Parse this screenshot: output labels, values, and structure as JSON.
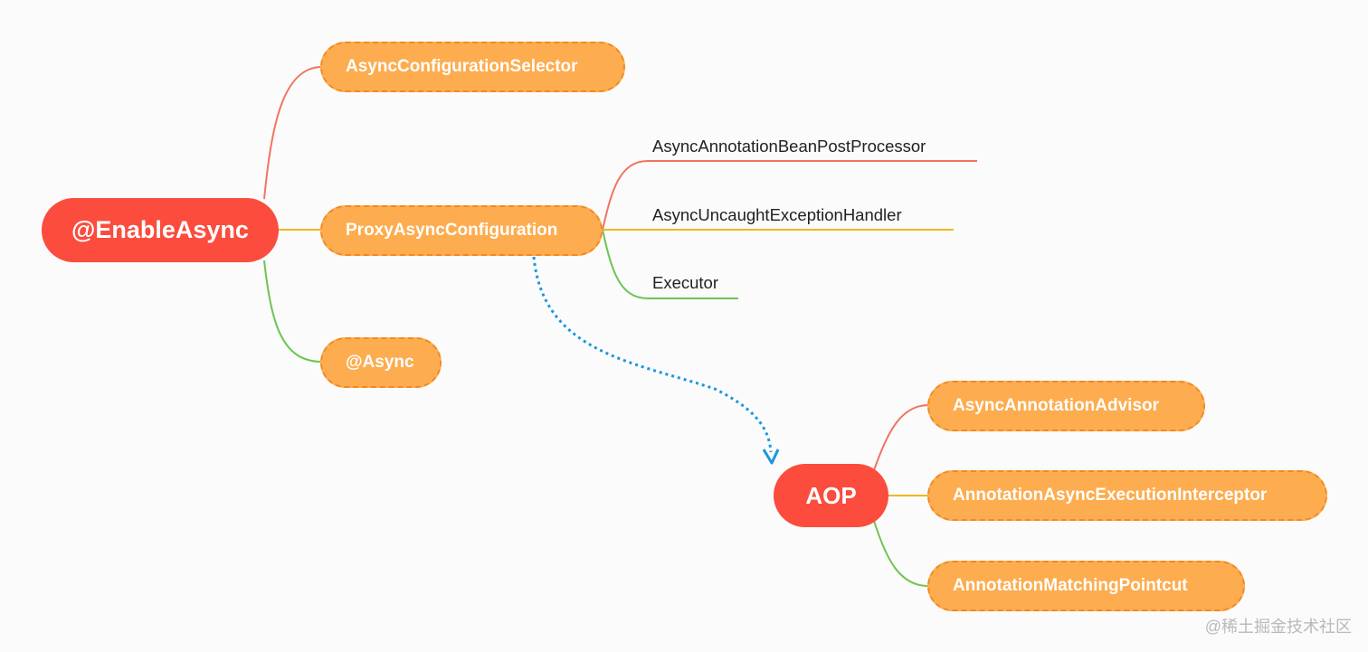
{
  "colors": {
    "branch_red": "#f07560",
    "branch_yellow": "#f3b51f",
    "branch_green": "#6cc553",
    "link_blue": "#1a96de",
    "root_fill": "#fb4c3d",
    "node_fill": "#fdac4f"
  },
  "root": {
    "label": "@EnableAsync"
  },
  "children": {
    "selector": "AsyncConfigurationSelector",
    "proxy": "ProxyAsyncConfiguration",
    "async": "@Async"
  },
  "proxy_leaves": {
    "post_processor": "AsyncAnnotationBeanPostProcessor",
    "exception_handler": "AsyncUncaughtExceptionHandler",
    "executor": "Executor"
  },
  "aop": {
    "label": "AOP",
    "advisor": "AsyncAnnotationAdvisor",
    "interceptor": "AnnotationAsyncExecutionInterceptor",
    "pointcut": "AnnotationMatchingPointcut"
  },
  "watermark": "@稀土掘金技术社区"
}
